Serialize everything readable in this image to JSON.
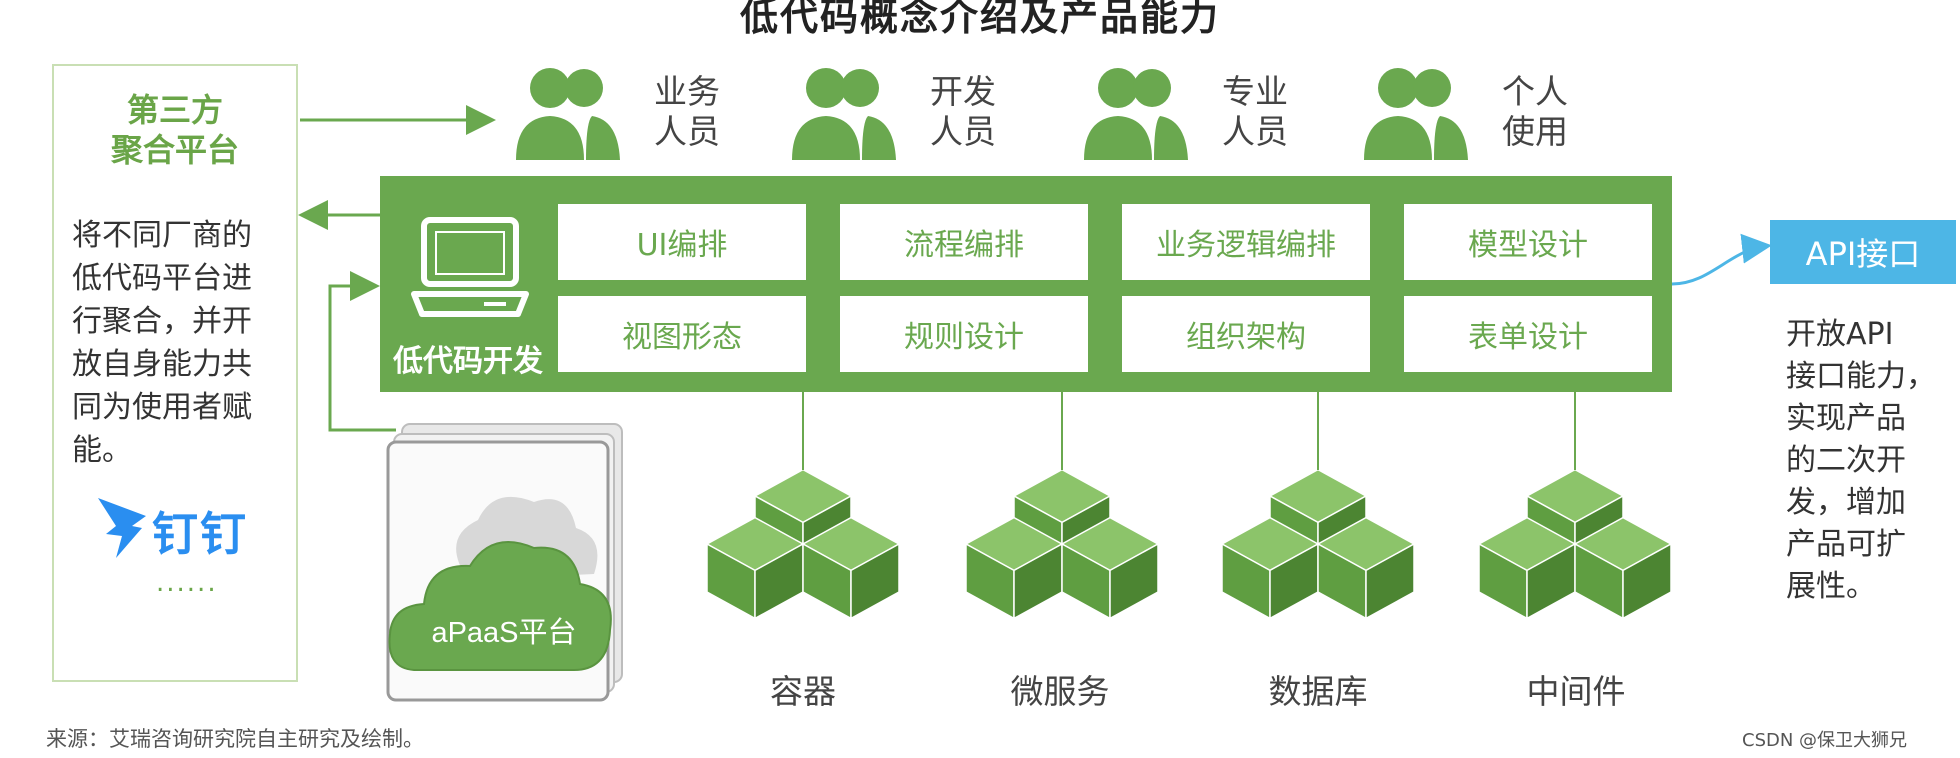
{
  "title": "低代码概念介绍及产品能力",
  "third_party": {
    "title_line1": "第三方",
    "title_line2": "聚合平台",
    "desc": [
      "将不同厂商的",
      "低代码平台进",
      "行聚合，并开",
      "放自身能力共",
      "同为使用者赋",
      "能。"
    ],
    "logo_text": "钉钉",
    "more": "......"
  },
  "roles": [
    {
      "line1": "业务",
      "line2": "人员"
    },
    {
      "line1": "开发",
      "line2": "人员"
    },
    {
      "line1": "专业",
      "line2": "人员"
    },
    {
      "line1": "个人",
      "line2": "使用"
    }
  ],
  "low_code": {
    "label": "低代码开发",
    "features_row1": [
      "UI编排",
      "流程编排",
      "业务逻辑编排",
      "模型设计"
    ],
    "features_row2": [
      "视图形态",
      "规则设计",
      "组织架构",
      "表单设计"
    ]
  },
  "paas_label": "aPaaS平台",
  "api": {
    "label": "API接口",
    "desc": [
      "开放API",
      "接口能力，",
      "实现产品",
      "的二次开",
      "发，增加",
      "产品可扩",
      "展性。"
    ]
  },
  "infra": [
    "容器",
    "微服务",
    "数据库",
    "中间件"
  ],
  "source": "来源：艾瑞咨询研究院自主研究及绘制。",
  "watermark": "CSDN @保卫大狮兄",
  "colors": {
    "green": "#6aa84f",
    "light_green": "#c9dfb4",
    "api_blue": "#4db6e6"
  }
}
